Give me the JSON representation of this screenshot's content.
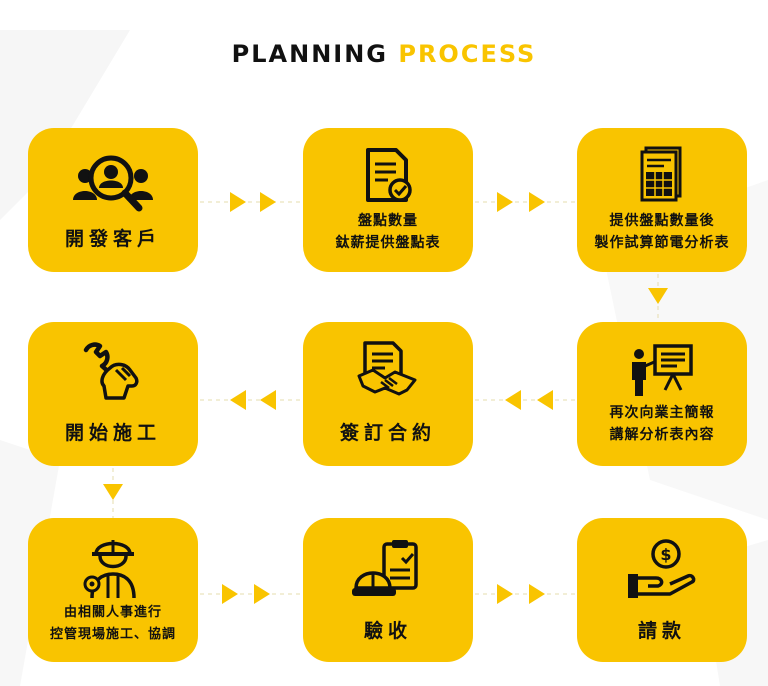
{
  "header": {
    "title_main": "PLANNING",
    "title_accent": "PROCESS"
  },
  "steps": [
    {
      "label": "開發客戶",
      "icon": "search-people-icon"
    },
    {
      "label": "盤點數量",
      "label2": "鈦薪提供盤點表",
      "icon": "document-check-icon"
    },
    {
      "label": "提供盤點數量後",
      "label2": "製作試算節電分析表",
      "icon": "spreadsheet-icon"
    },
    {
      "label": "再次向業主簡報",
      "label2": "講解分析表內容",
      "icon": "presentation-icon"
    },
    {
      "label": "簽訂合約",
      "icon": "contract-handshake-icon"
    },
    {
      "label": "開始施工",
      "icon": "wrench-hand-icon"
    },
    {
      "label": "由相關人事進行",
      "label2": "控管現場施工、協調",
      "icon": "worker-icon"
    },
    {
      "label": "驗收",
      "icon": "hardhat-clipboard-icon"
    },
    {
      "label": "請款",
      "icon": "hand-coin-icon"
    }
  ],
  "colors": {
    "accent": "#f9c400",
    "text": "#111111",
    "background": "#ffffff"
  }
}
